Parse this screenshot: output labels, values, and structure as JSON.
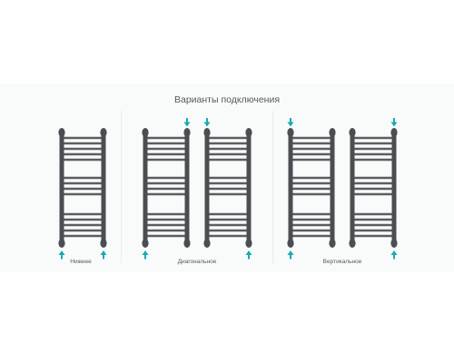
{
  "title": "Варианты подключения",
  "groups": [
    {
      "caption": "Нижнее",
      "radiators": [
        {
          "arrows": [
            {
              "side": "left",
              "pos": "bottom"
            },
            {
              "side": "right",
              "pos": "bottom"
            }
          ]
        }
      ]
    },
    {
      "caption": "Диагональное",
      "radiators": [
        {
          "arrows": [
            {
              "side": "left",
              "pos": "bottom"
            },
            {
              "side": "right",
              "pos": "top"
            }
          ]
        },
        {
          "arrows": [
            {
              "side": "left",
              "pos": "top"
            },
            {
              "side": "right",
              "pos": "bottom"
            }
          ]
        }
      ]
    },
    {
      "caption": "Вертикальное",
      "radiators": [
        {
          "arrows": [
            {
              "side": "left",
              "pos": "top"
            },
            {
              "side": "left",
              "pos": "bottom"
            }
          ]
        },
        {
          "arrows": [
            {
              "side": "right",
              "pos": "top"
            },
            {
              "side": "right",
              "pos": "bottom"
            }
          ]
        }
      ]
    }
  ],
  "colors": {
    "radiator": "#4a4e51",
    "rung": "#5a5e61",
    "arrow": "#1aa9b4",
    "panel": "#f9fafa",
    "text": "#55595c"
  }
}
